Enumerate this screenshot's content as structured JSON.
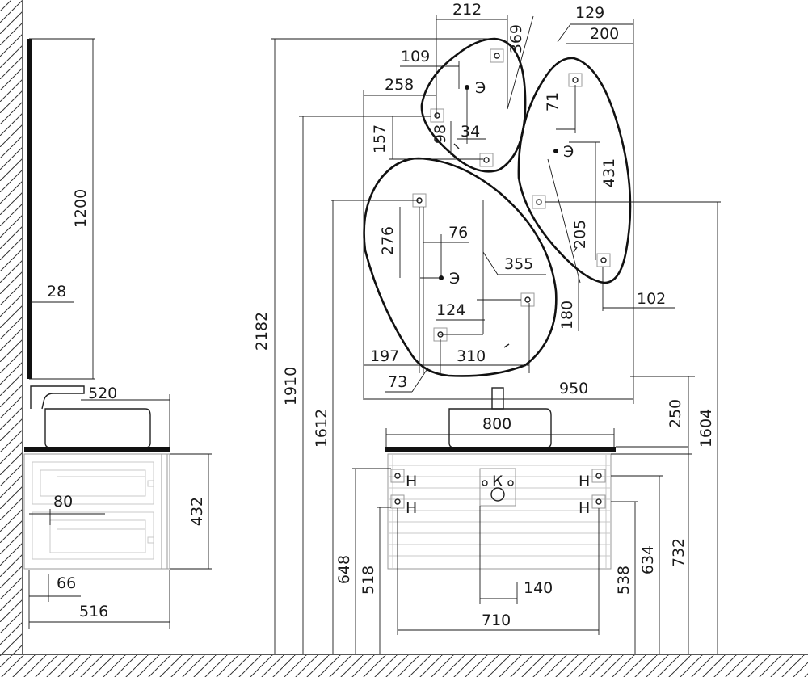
{
  "colors": {
    "line": "#1a1a1a",
    "wall": "#333333",
    "panel": "#9a9a9a",
    "background": "#ffffff"
  },
  "dimensions": {
    "mirror_height": "1200",
    "mirror_depth": "28",
    "basin_side_width": "520",
    "cabinet_height_side": "432",
    "cabinet_inner": "80",
    "cabinet_offset": "66",
    "cabinet_depth": "516",
    "m1_width": "212",
    "m1_height": "369",
    "m1_hole": "109",
    "m1_offset": "258",
    "m1_vert": "157",
    "m1_small_v": "98",
    "m1_small_h": "34",
    "m2_hole": "129",
    "m2_width": "200",
    "m2_v1": "71",
    "m2_v2": "431",
    "m2_v3": "205",
    "m2_v4": "180",
    "m2_h": "102",
    "m3_v1": "276",
    "m3_h1": "76",
    "m3_v2": "355",
    "m3_h2": "124",
    "m3_h3": "197",
    "m3_h4": "310",
    "m3_h5": "73",
    "total_mirror_span": "950",
    "overall_height": "2182",
    "h1910": "1910",
    "h1612": "1612",
    "h1604": "1604",
    "faucet_height": "250",
    "basin_width": "800",
    "cabinet_h648": "648",
    "cabinet_h518": "518",
    "cabinet_h538": "538",
    "cabinet_h634": "634",
    "cabinet_h732": "732",
    "cabinet_c140": "140",
    "cabinet_w710": "710"
  },
  "symbols": {
    "socket": "Э",
    "hot": "Н",
    "cold": "К"
  }
}
